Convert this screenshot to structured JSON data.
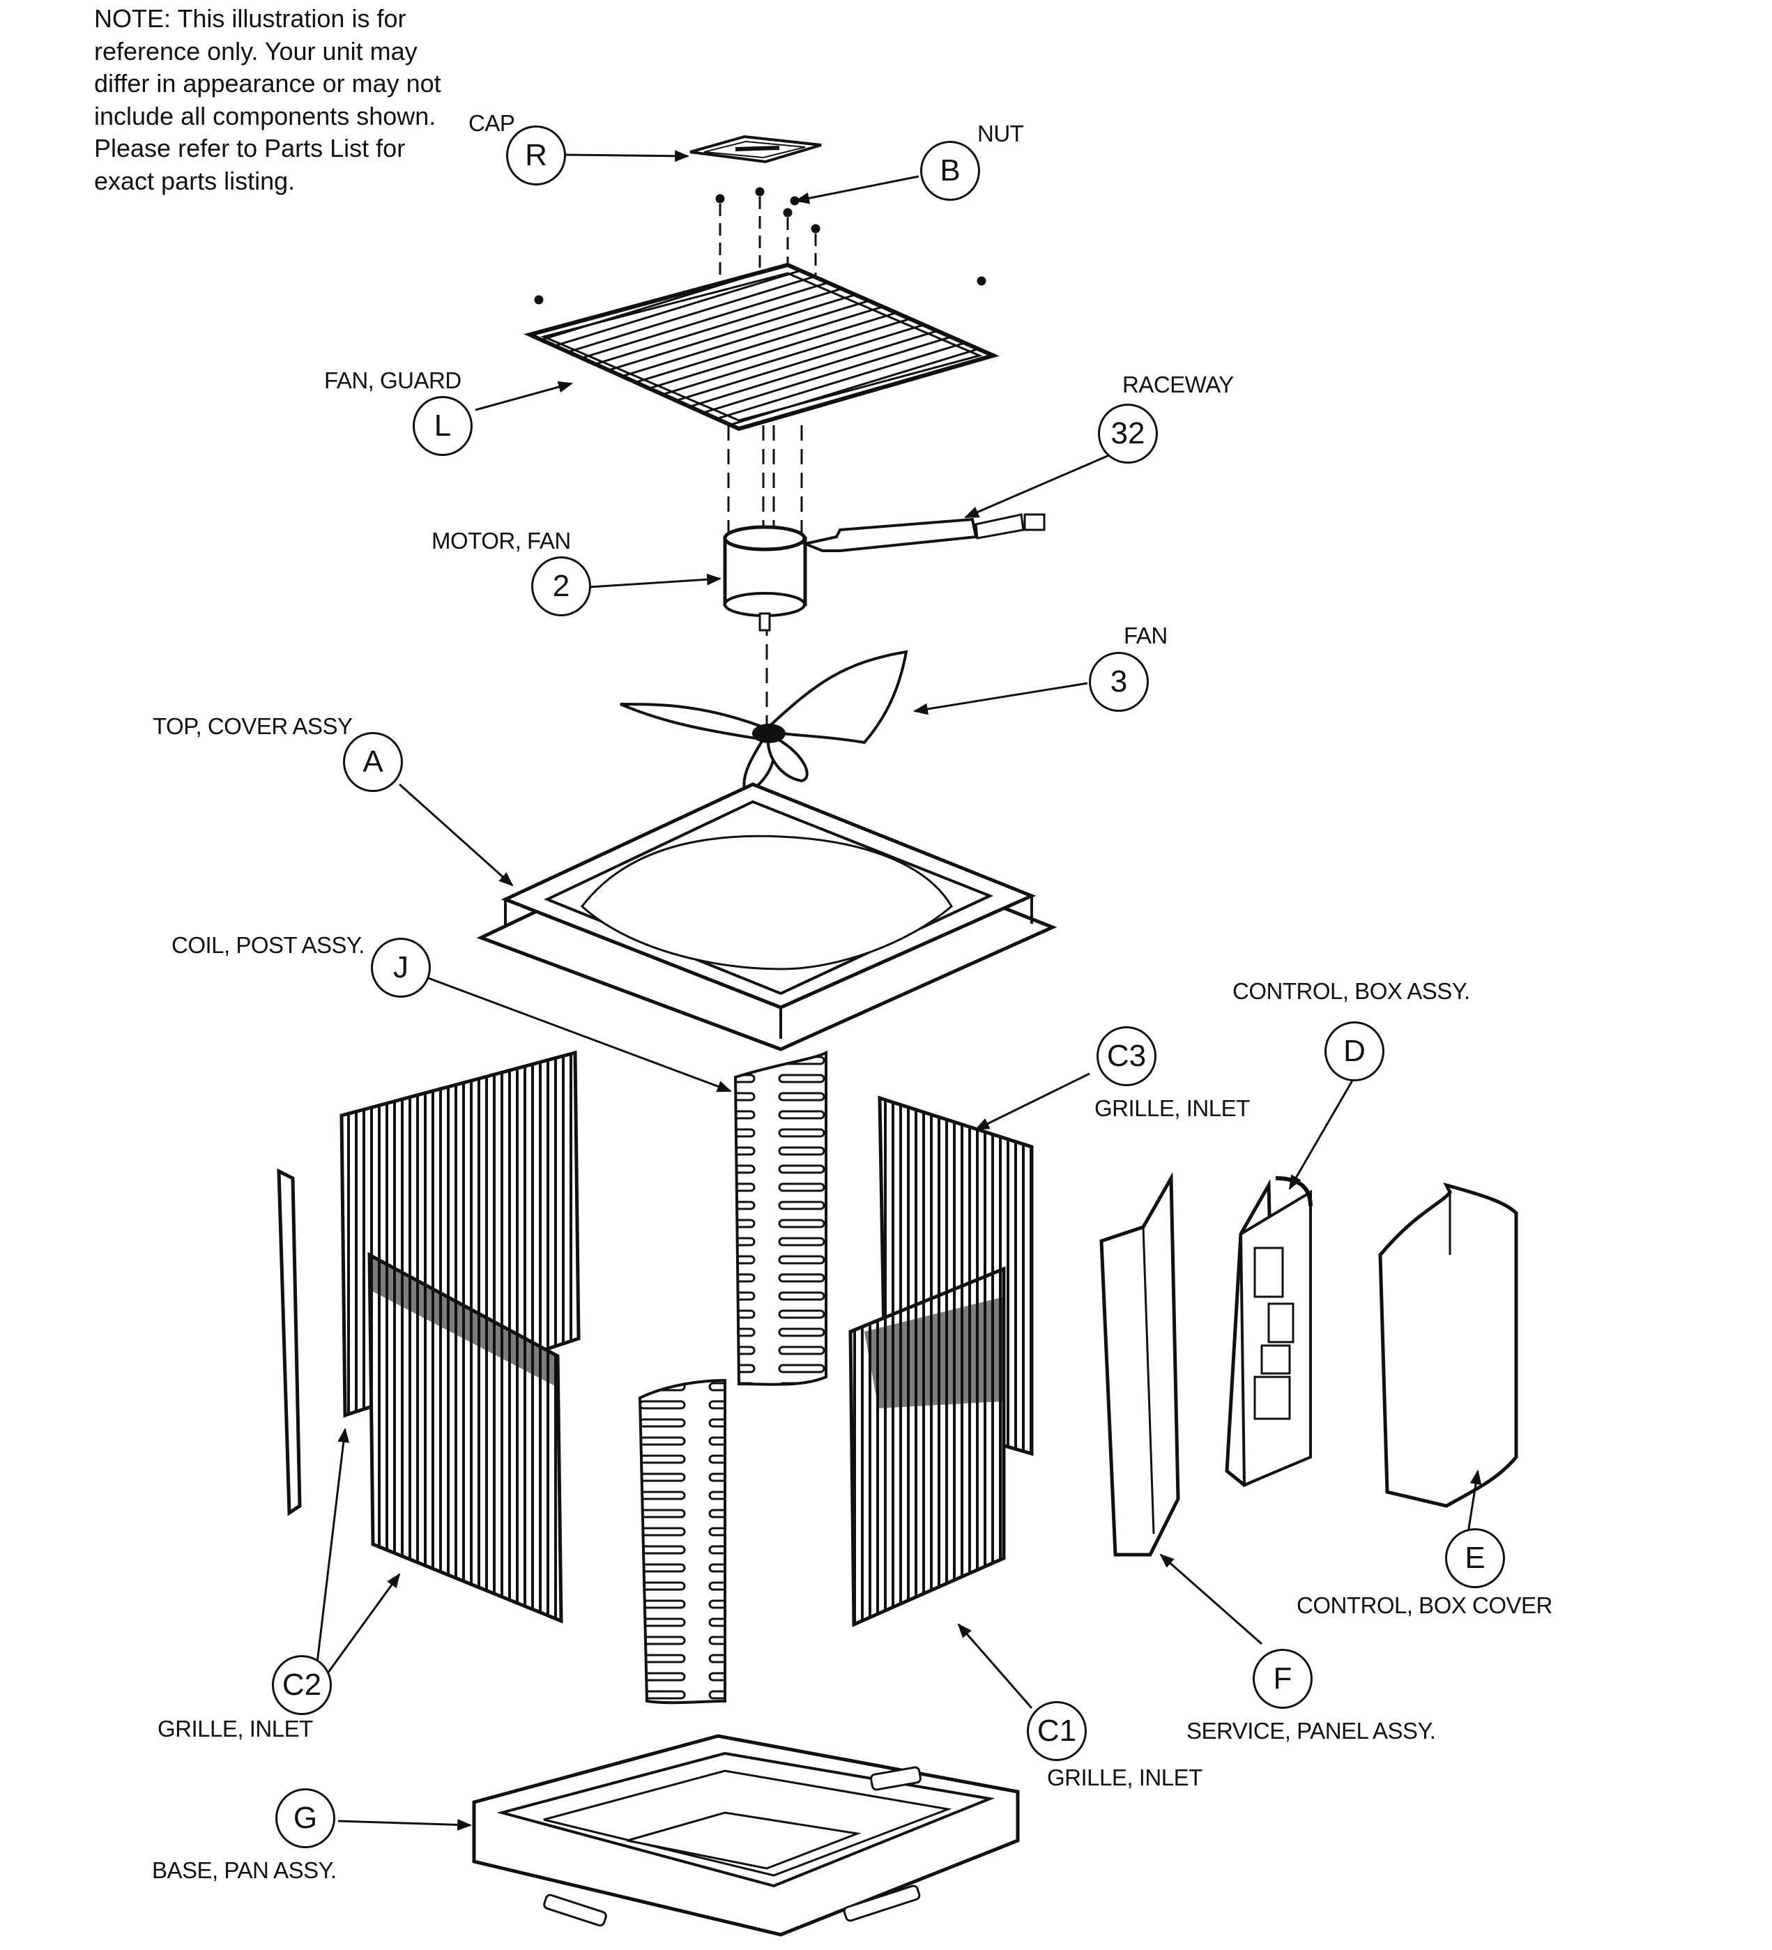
{
  "note": {
    "lines": [
      "NOTE: This illustration is for",
      "reference only.  Your unit may",
      "differ in appearance or may not",
      "include all components shown.",
      "Please refer to Parts List for",
      "exact parts listing."
    ]
  },
  "callouts": [
    {
      "key": "R",
      "letter": "R",
      "label": "CAP"
    },
    {
      "key": "B",
      "letter": "B",
      "label": "NUT"
    },
    {
      "key": "L",
      "letter": "L",
      "label": "FAN, GUARD"
    },
    {
      "key": "32",
      "letter": "32",
      "label": "RACEWAY"
    },
    {
      "key": "2",
      "letter": "2",
      "label": "MOTOR, FAN"
    },
    {
      "key": "3",
      "letter": "3",
      "label": "FAN"
    },
    {
      "key": "A",
      "letter": "A",
      "label": "TOP, COVER ASSY"
    },
    {
      "key": "J",
      "letter": "J",
      "label": "COIL, POST ASSY."
    },
    {
      "key": "C3",
      "letter": "C3",
      "label": "GRILLE, INLET"
    },
    {
      "key": "D",
      "letter": "D",
      "label": "CONTROL, BOX ASSY."
    },
    {
      "key": "E",
      "letter": "E",
      "label": "CONTROL, BOX COVER"
    },
    {
      "key": "F",
      "letter": "F",
      "label": "SERVICE, PANEL ASSY."
    },
    {
      "key": "C2",
      "letter": "C2",
      "label": "GRILLE, INLET"
    },
    {
      "key": "C1",
      "letter": "C1",
      "label": "GRILLE, INLET"
    },
    {
      "key": "G",
      "letter": "G",
      "label": "BASE, PAN ASSY."
    }
  ]
}
